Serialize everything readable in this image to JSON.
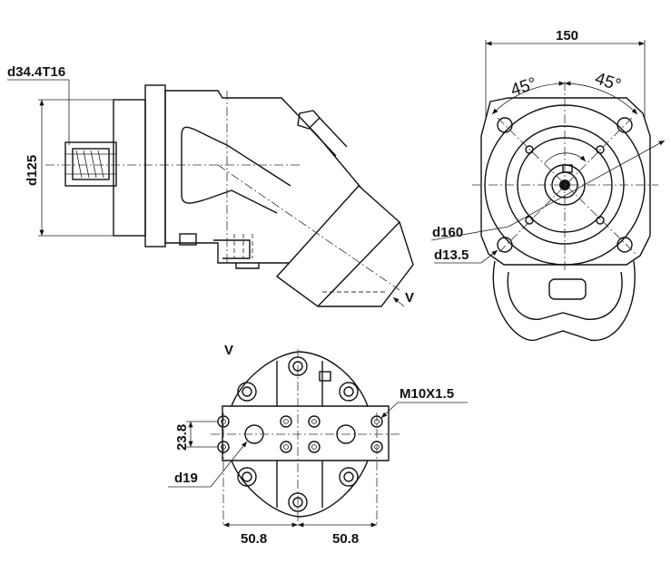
{
  "labels": {
    "shaft_spline": "d34.4T16",
    "pilot_diameter": "d125",
    "width_150": "150",
    "angle_left": "45°",
    "angle_right": "45°",
    "bolt_circle": "d160",
    "mount_hole": "d13.5",
    "view_arrow": "V",
    "view_title": "V",
    "thread": "M10X1.5",
    "port_height": "23.8",
    "port_diameter": "d19",
    "spacing_left": "50.8",
    "spacing_right": "50.8"
  }
}
